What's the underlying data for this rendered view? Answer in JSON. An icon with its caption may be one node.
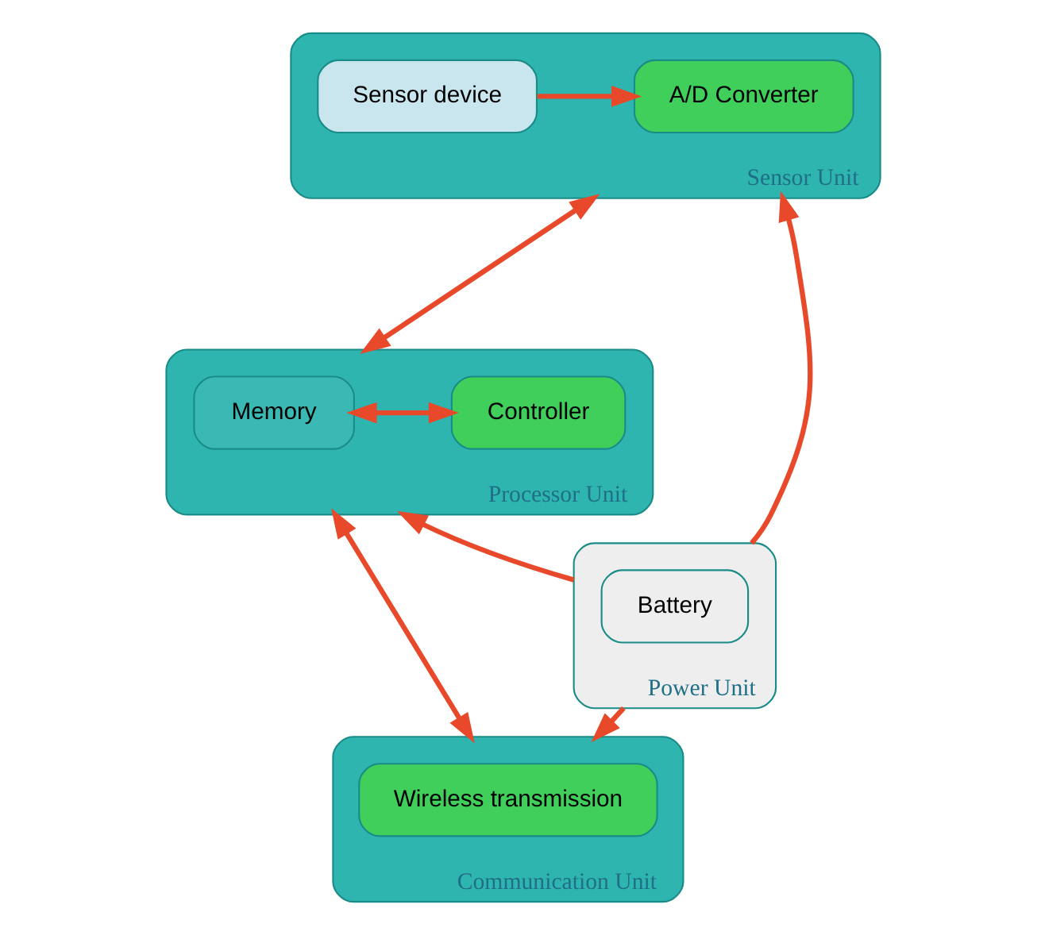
{
  "diagram": {
    "nodes": [
      {
        "text": [
          "Sensor Unit"
        ]
      },
      {
        "text": [
          "A/D Converter"
        ],
        "in": 0
      },
      {
        "text": [
          "Sensor device"
        ],
        "in": 0
      },
      {
        "text": [
          "Processor Unit"
        ]
      },
      {
        "text": [
          "Memory"
        ],
        "in": 3
      },
      {
        "text": [
          "Controller"
        ],
        "in": 3
      },
      {
        "text": [
          "Communication Unit"
        ]
      },
      {
        "text": [
          "Wireless transmission"
        ],
        "in": 6
      },
      {
        "text": [
          "Power Unit"
        ]
      },
      {
        "text": [
          "Battery"
        ],
        "in": 8
      }
    ],
    "edges": [
      {
        "from": 2,
        "to": 1,
        "arrow": "to"
      },
      {
        "from": 0,
        "to": 3,
        "arrow": "both"
      },
      {
        "from": 4,
        "to": 5,
        "arrow": "both"
      },
      {
        "from": 3,
        "to": 6,
        "arrow": "both"
      },
      {
        "from": 8,
        "to": 0,
        "arrow": "to"
      },
      {
        "from": 8,
        "to": 3,
        "arrow": "to"
      },
      {
        "from": 8,
        "to": 6,
        "arrow": "to"
      }
    ]
  }
}
